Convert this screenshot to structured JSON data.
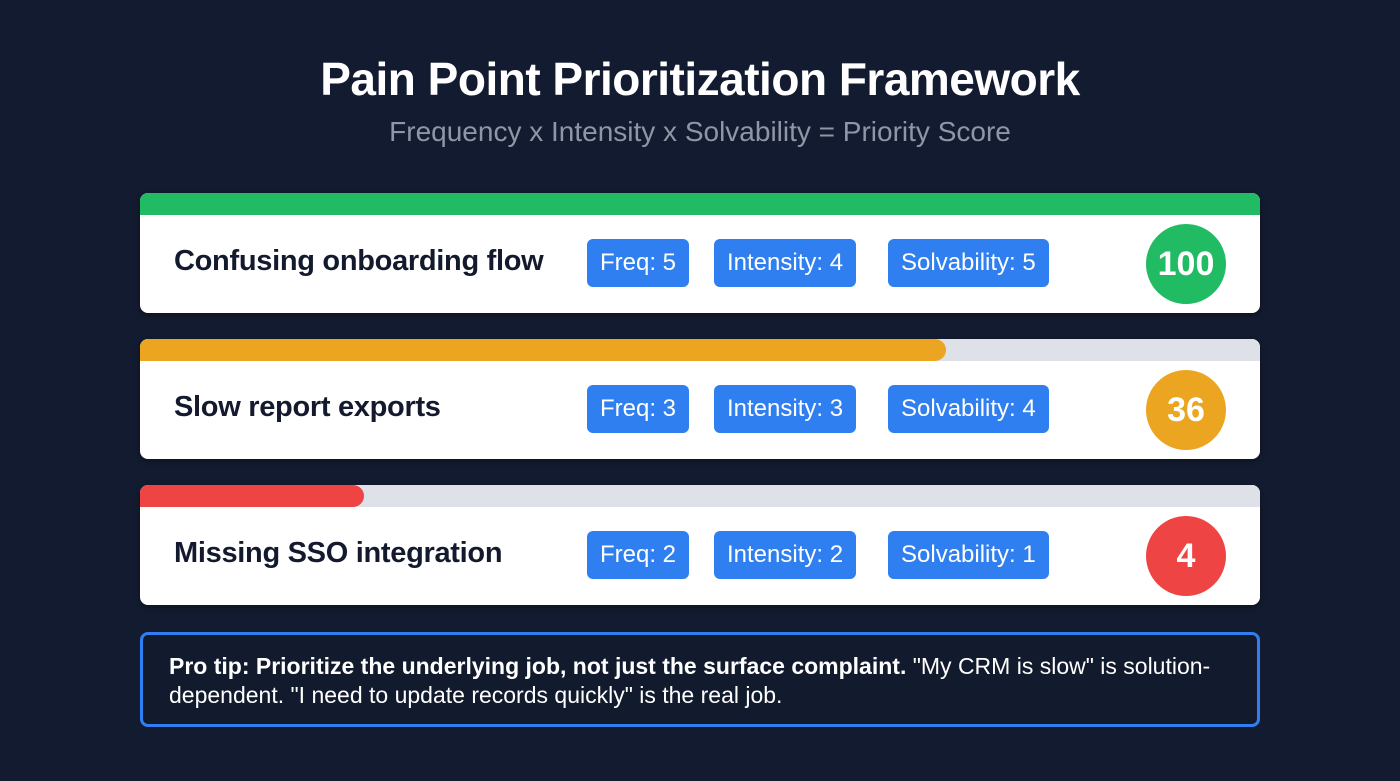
{
  "header": {
    "title": "Pain Point Prioritization Framework",
    "subtitle": "Frequency x Intensity x Solvability = Priority Score"
  },
  "colors": {
    "background": "#131b30",
    "badge": "#2f7ff0",
    "high": "#20bb62",
    "medium": "#eba521",
    "low": "#ef4444",
    "track": "#dfe1e8",
    "tip_border": "#2f7ff0"
  },
  "pain_points": [
    {
      "name": "Confusing onboarding flow",
      "freq_label": "Freq: 5",
      "intensity_label": "Intensity: 4",
      "solvability_label": "Solvability: 5",
      "frequency": 5,
      "intensity": 4,
      "solvability": 5,
      "score": "100",
      "bar_percent": 100,
      "level": "high"
    },
    {
      "name": "Slow report exports",
      "freq_label": "Freq: 3",
      "intensity_label": "Intensity: 3",
      "solvability_label": "Solvability: 4",
      "frequency": 3,
      "intensity": 3,
      "solvability": 4,
      "score": "36",
      "bar_percent": 72,
      "level": "medium"
    },
    {
      "name": "Missing SSO integration",
      "freq_label": "Freq: 2",
      "intensity_label": "Intensity: 2",
      "solvability_label": "Solvability: 1",
      "frequency": 2,
      "intensity": 2,
      "solvability": 1,
      "score": "4",
      "bar_percent": 20,
      "level": "low"
    }
  ],
  "tip": {
    "bold": "Pro tip: Prioritize the underlying job, not just the surface complaint.",
    "text": " \"My CRM is slow\" is solution-dependent. \"I need to update records quickly\" is the real job."
  }
}
